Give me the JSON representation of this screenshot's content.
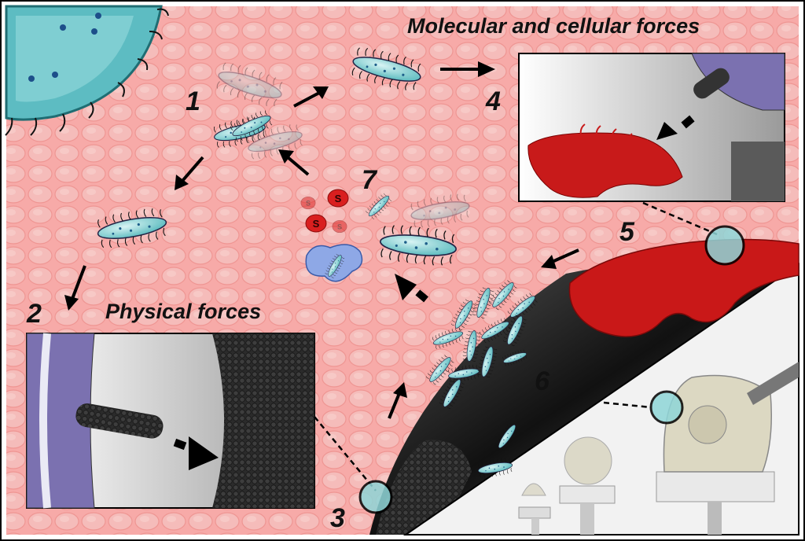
{
  "titles": {
    "molecular": "Molecular and cellular forces",
    "physical": "Physical forces"
  },
  "steps": [
    "1",
    "2",
    "3",
    "4",
    "5",
    "6",
    "7"
  ],
  "colors": {
    "tissue": "#f6a8a8",
    "bacteria": "#6fc9c9",
    "blood": "#d62020",
    "implant": "#d8d4c4",
    "membrane": "#7b71b0",
    "dark_surface": "#2a2a2a"
  },
  "icons": {
    "cell": "immune-cell-icon",
    "bacterium": "bacterium-icon",
    "blood_cell": "red-blood-cell-icon",
    "knee_implant": "knee-implant-icon"
  }
}
